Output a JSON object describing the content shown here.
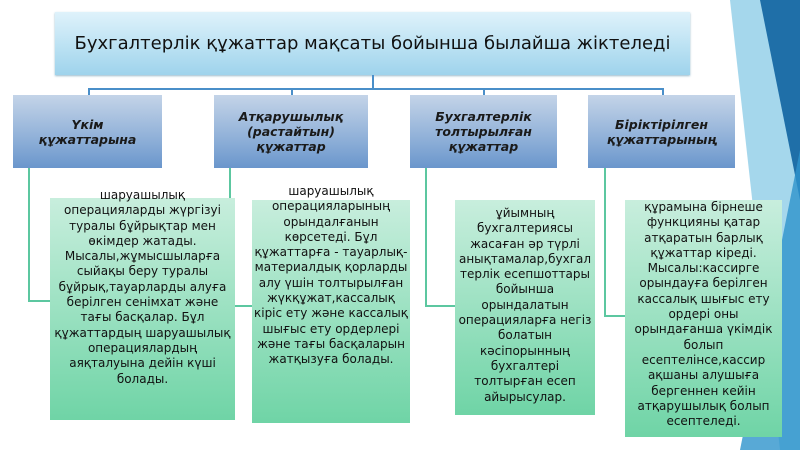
{
  "title": "Бухгалтерлік құжаттар мақсаты бойынша былайша жіктеледі",
  "categories": [
    {
      "header": "Үкім құжаттарына",
      "text": "шаруашылық операцияларды жүргізуі туралы бұйрықтар мен өкімдер жатады. Мысалы,жұмысшыларға сыйақы беру туралы бұйрық,тауарларды алуға берілген сенімхат және тағы басқалар. Бұл құжаттардың шаруашылық операциялардың аяқталуына дейін күші болады."
    },
    {
      "header": "Атқарушылық (растайтын) құжаттар",
      "text": "шаруашылық операцияларының орындалғанын көрсетеді. Бұл құжаттарға - тауарлық-материалдық қорларды алу үшін толтырылған жүкқұжат,кассалық кіріс ету және кассалық шығыс ету ордерлері және тағы басқаларын жатқызуға болады."
    },
    {
      "header": "Бухгалтерлік толтырылған құжаттар",
      "text": "ұйымның бухгалтериясы жасаған әр түрлі анықтамалар,бухгал терлік есепшоттары бойынша орындалатын операцияларға негіз болатын кәсіпорынның бухгалтері толтырған есеп айырысулар."
    },
    {
      "header": "Біріктірілген құжаттарының",
      "text": "құрамына бірнеше функцияны қатар атқаратын барлық құжаттар кіреді. Мысалы:кассирге орындауға берілген кассалық шығыс ету ордері оны орындағанша үкімдік болып есептелінсе,кассир ақшаны алушыға бергеннен кейін атқарушылық болып есептеледі."
    }
  ],
  "colors": {
    "header": "#8fb0d8",
    "text_box": "#6fd4a6",
    "title": "#b8e0f2",
    "accent": "#1f6fa8"
  }
}
